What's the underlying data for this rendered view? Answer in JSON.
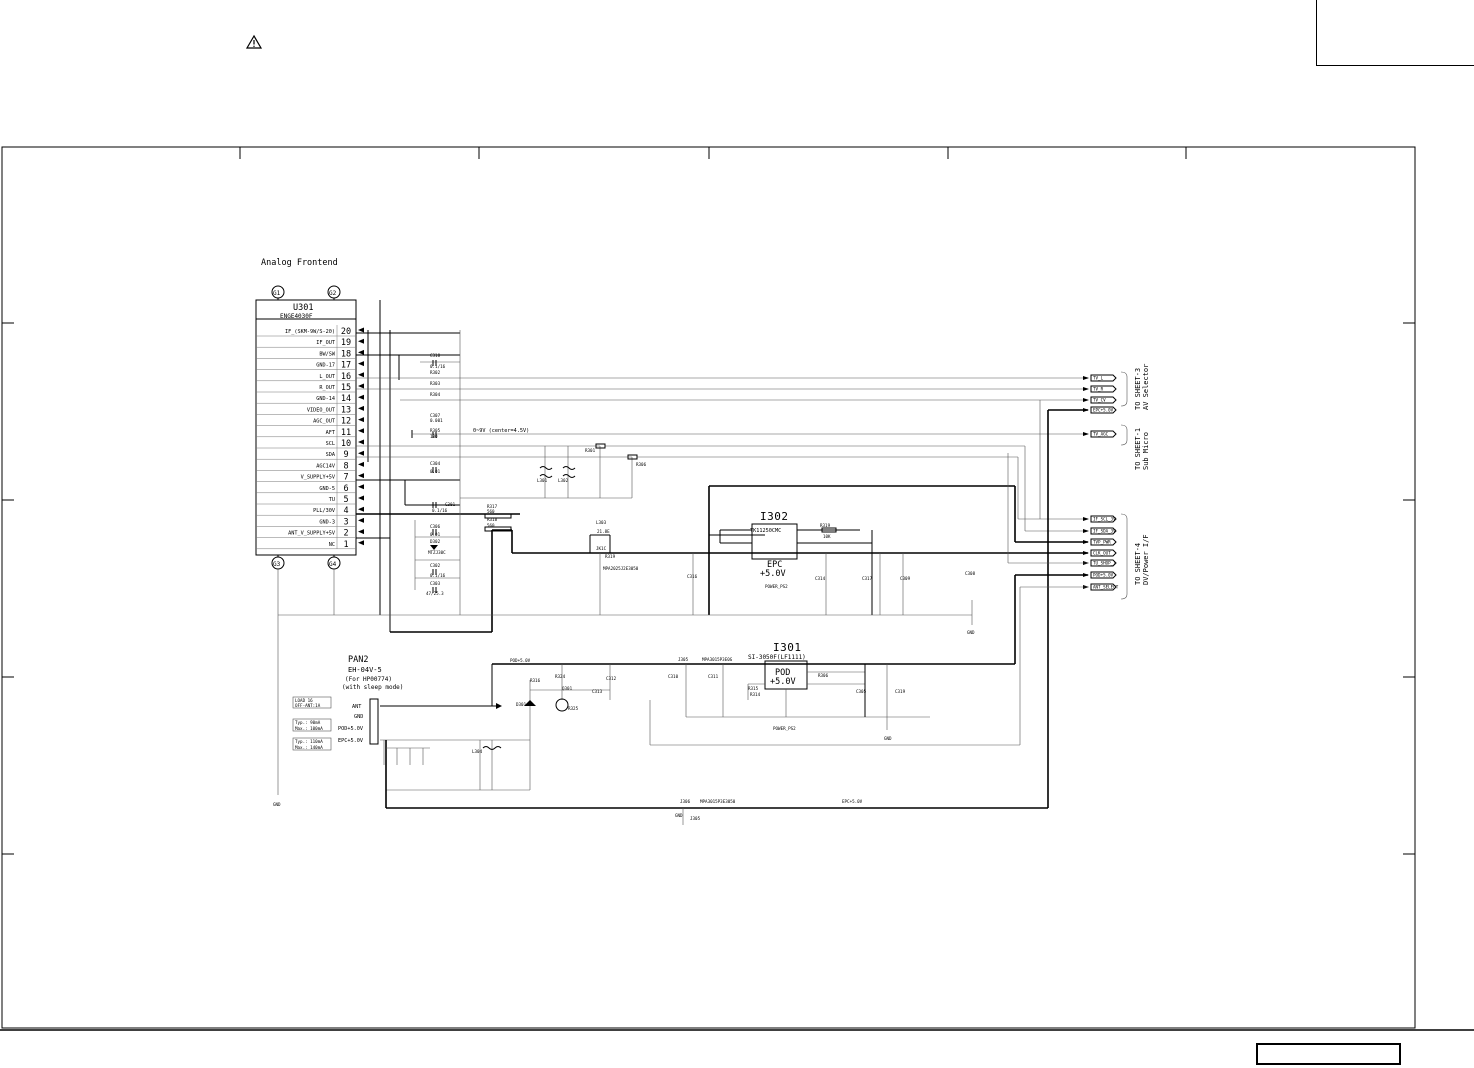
{
  "warning_symbol": "warning-triangle-icon",
  "section_title": "Analog Frontend",
  "test_points": {
    "g1": "G1",
    "g2": "G2",
    "g3": "G3",
    "g4": "G4"
  },
  "u301": {
    "ref": "U301",
    "part": "ENGE4030F",
    "pins": [
      {
        "num": "20",
        "name": "IF_(SKM-9W/S-20)"
      },
      {
        "num": "19",
        "name": "IF_OUT"
      },
      {
        "num": "18",
        "name": "BW/SW"
      },
      {
        "num": "17",
        "name": "GND-17"
      },
      {
        "num": "16",
        "name": "L_OUT"
      },
      {
        "num": "15",
        "name": "R_OUT"
      },
      {
        "num": "14",
        "name": "GND-14"
      },
      {
        "num": "13",
        "name": "VIDEO_OUT"
      },
      {
        "num": "12",
        "name": "AGC_OUT"
      },
      {
        "num": "11",
        "name": "AFT"
      },
      {
        "num": "10",
        "name": "SCL"
      },
      {
        "num": "9",
        "name": "SDA"
      },
      {
        "num": "8",
        "name": "AGC14V"
      },
      {
        "num": "7",
        "name": "V_SUPPLY+5V"
      },
      {
        "num": "6",
        "name": "GND-5"
      },
      {
        "num": "5",
        "name": "TU"
      },
      {
        "num": "4",
        "name": "PLL/30V"
      },
      {
        "num": "3",
        "name": "GND-3"
      },
      {
        "num": "2",
        "name": "ANT_V_SUPPLY+5V"
      },
      {
        "num": "1",
        "name": "NC"
      }
    ]
  },
  "i302": {
    "ref": "I302",
    "part": "TK11250CMC",
    "label": "EPC",
    "voltage": "+5.0V"
  },
  "i301": {
    "ref": "I301",
    "part": "SI-3050F(LF1111)",
    "label": "POD",
    "voltage": "+5.0V"
  },
  "pan2": {
    "ref": "PAN2",
    "part": "EH-04V-5",
    "note1": "(For HP00774)",
    "note2": "(with sleep mode)",
    "pins": [
      "ANT",
      "GND",
      "POD+5.0V",
      "EPC+5.0V"
    ]
  },
  "notes": {
    "n1a": "LOAD 16",
    "n1b": "OFF-ANT:1A",
    "n2a": "Typ.: 90mA",
    "n2b": "Max.: 100mA",
    "n3a": "Typ.: 110mA",
    "n3b": "Max.: 140mA"
  },
  "parts": {
    "c318": "C318",
    "c318v": "0.1/16",
    "r302": "R302",
    "r303": "R303",
    "r304": "R304",
    "c307": "C307",
    "c307v": "0.001",
    "r305": "R305",
    "r305v": "100",
    "c304": "C304",
    "c304v": "0.01",
    "c301": "C301",
    "c301v": "0.1/16",
    "r317": "R317",
    "r317v": "560",
    "r318": "R318",
    "r318v": "560",
    "c306": "C306",
    "c306v": "0.01",
    "d302": "D302",
    "d302v": "MTZJ30C",
    "c302": "C302",
    "c302v": "0.1/16",
    "c303": "C303",
    "c303v": "47/25.3",
    "l301": "L301",
    "l302": "L302",
    "r301": "R301",
    "r306": "R306",
    "agc_range": "0~9V  (center=4.5V)",
    "l303": "L303",
    "l303v": "21.8E",
    "j_lbl": "JK1C",
    "filt1": "MPA2025J2E3050",
    "r319": "R319",
    "r319v": "10K",
    "c316": "C316",
    "c317": "C317",
    "c314": "C314",
    "c309": "C309",
    "c308": "C308",
    "pwr1": "POWER_PS2",
    "pod5v": "POD+5.0V",
    "j305": "J305",
    "filt2": "MPA3015P3E0G",
    "c310": "C310",
    "r316": "R316",
    "r324": "R324",
    "q301": "Q301",
    "d301": "D301",
    "r325": "R325",
    "c312": "C312",
    "c313": "C313",
    "r315": "R315",
    "r314": "R314",
    "l304": "L304",
    "pwr2": "POWER_PS2",
    "r306b": "R306",
    "c305": "C305",
    "c311": "C311",
    "c319": "C319",
    "filt3": "MPA3015P3E3050",
    "j306": "J306",
    "epc5v": "EPC+5.0V",
    "gnd": "GND",
    "j305b": "J305"
  },
  "connectors": {
    "right_top": [
      "TV_L",
      "TV_R",
      "TV_CV",
      "EPC+5.0V"
    ],
    "right_mid": [
      "TV_AGC"
    ],
    "right_bot": [
      "IF_SCL_3V",
      "IF_SDA_3V",
      "TVP_PWR",
      "CLK_OUT",
      "TU_SHOP_1",
      "POD+5.0V",
      "ANT_SELECT"
    ]
  },
  "sheet_refs": {
    "s3a": "TO SHEET-3",
    "s3b": "AV Selector",
    "s1a": "TO SHEET-1",
    "s1b": "Sub Micro",
    "s4a": "TO SHEET-4",
    "s4b": "DV/Power I/F"
  }
}
